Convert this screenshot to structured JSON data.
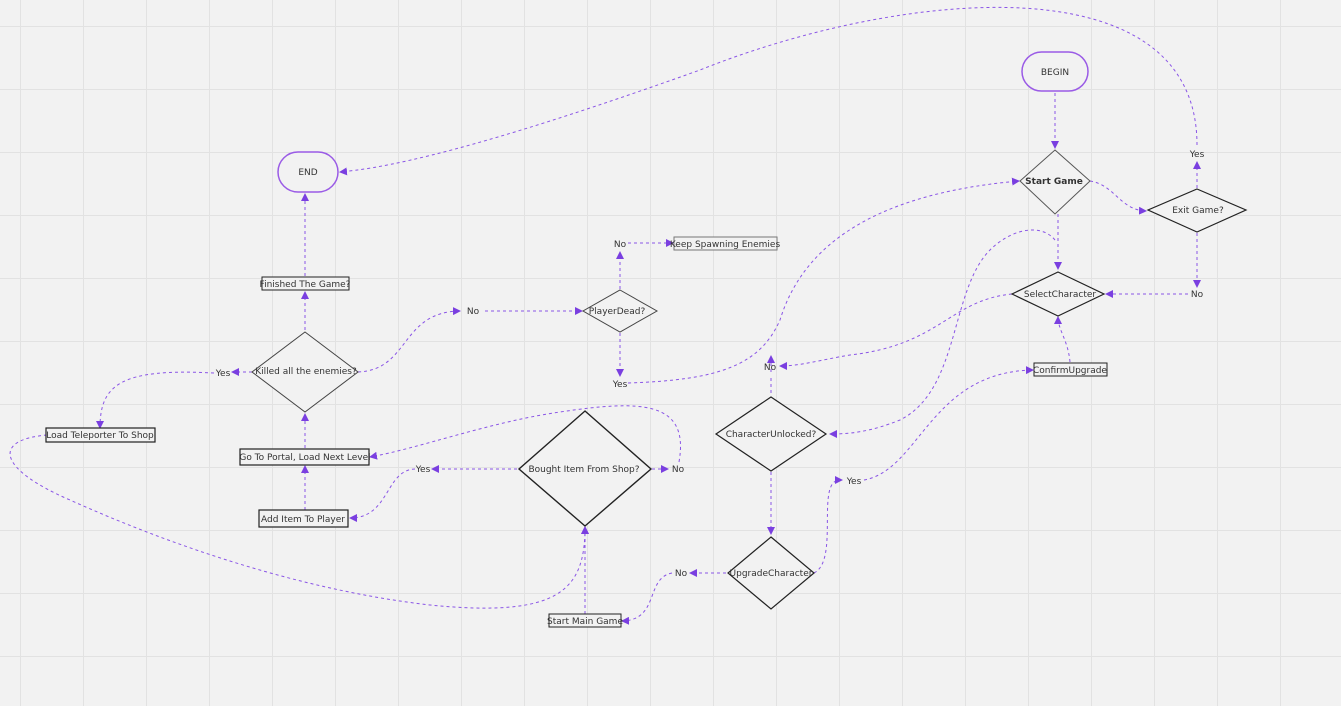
{
  "colors": {
    "connector": "#8a55e6",
    "arrowhead": "#7a3fe0",
    "terminal_border": "#9a5be6",
    "background": "#f2f2f2",
    "grid": "#e2e2e2"
  },
  "nodes": {
    "begin": "BEGIN",
    "end": "END",
    "start_game": "Start Game",
    "exit_game": "Exit Game?",
    "select_character": "SelectCharacter",
    "confirm_upgrade": "ConfirmUpgrade",
    "character_unlocked": "CharacterUnlocked?",
    "upgrade_character": "UpgradeCharacter",
    "start_main_game": "Start Main Game",
    "bought_item": "Bought Item From Shop?",
    "add_item": "Add Item To Player",
    "go_to_portal": "Go To Portal, Load Next Level",
    "killed_enemies": "Killed all the enemies?",
    "finished_game": "Finished The Game?",
    "load_teleporter": "Load Teleporter To Shop",
    "player_dead": "PlayerDead?",
    "keep_spawning": "Keep Spawning Enemies"
  },
  "edge_labels": {
    "exit_yes": "Yes",
    "exit_no": "No",
    "unlocked_no": "No",
    "upgrade_yes": "Yes",
    "upgrade_no": "No",
    "bought_yes": "Yes",
    "bought_no": "No",
    "killed_yes": "Yes",
    "killed_no": "No",
    "dead_no": "No",
    "dead_yes": "Yes"
  }
}
